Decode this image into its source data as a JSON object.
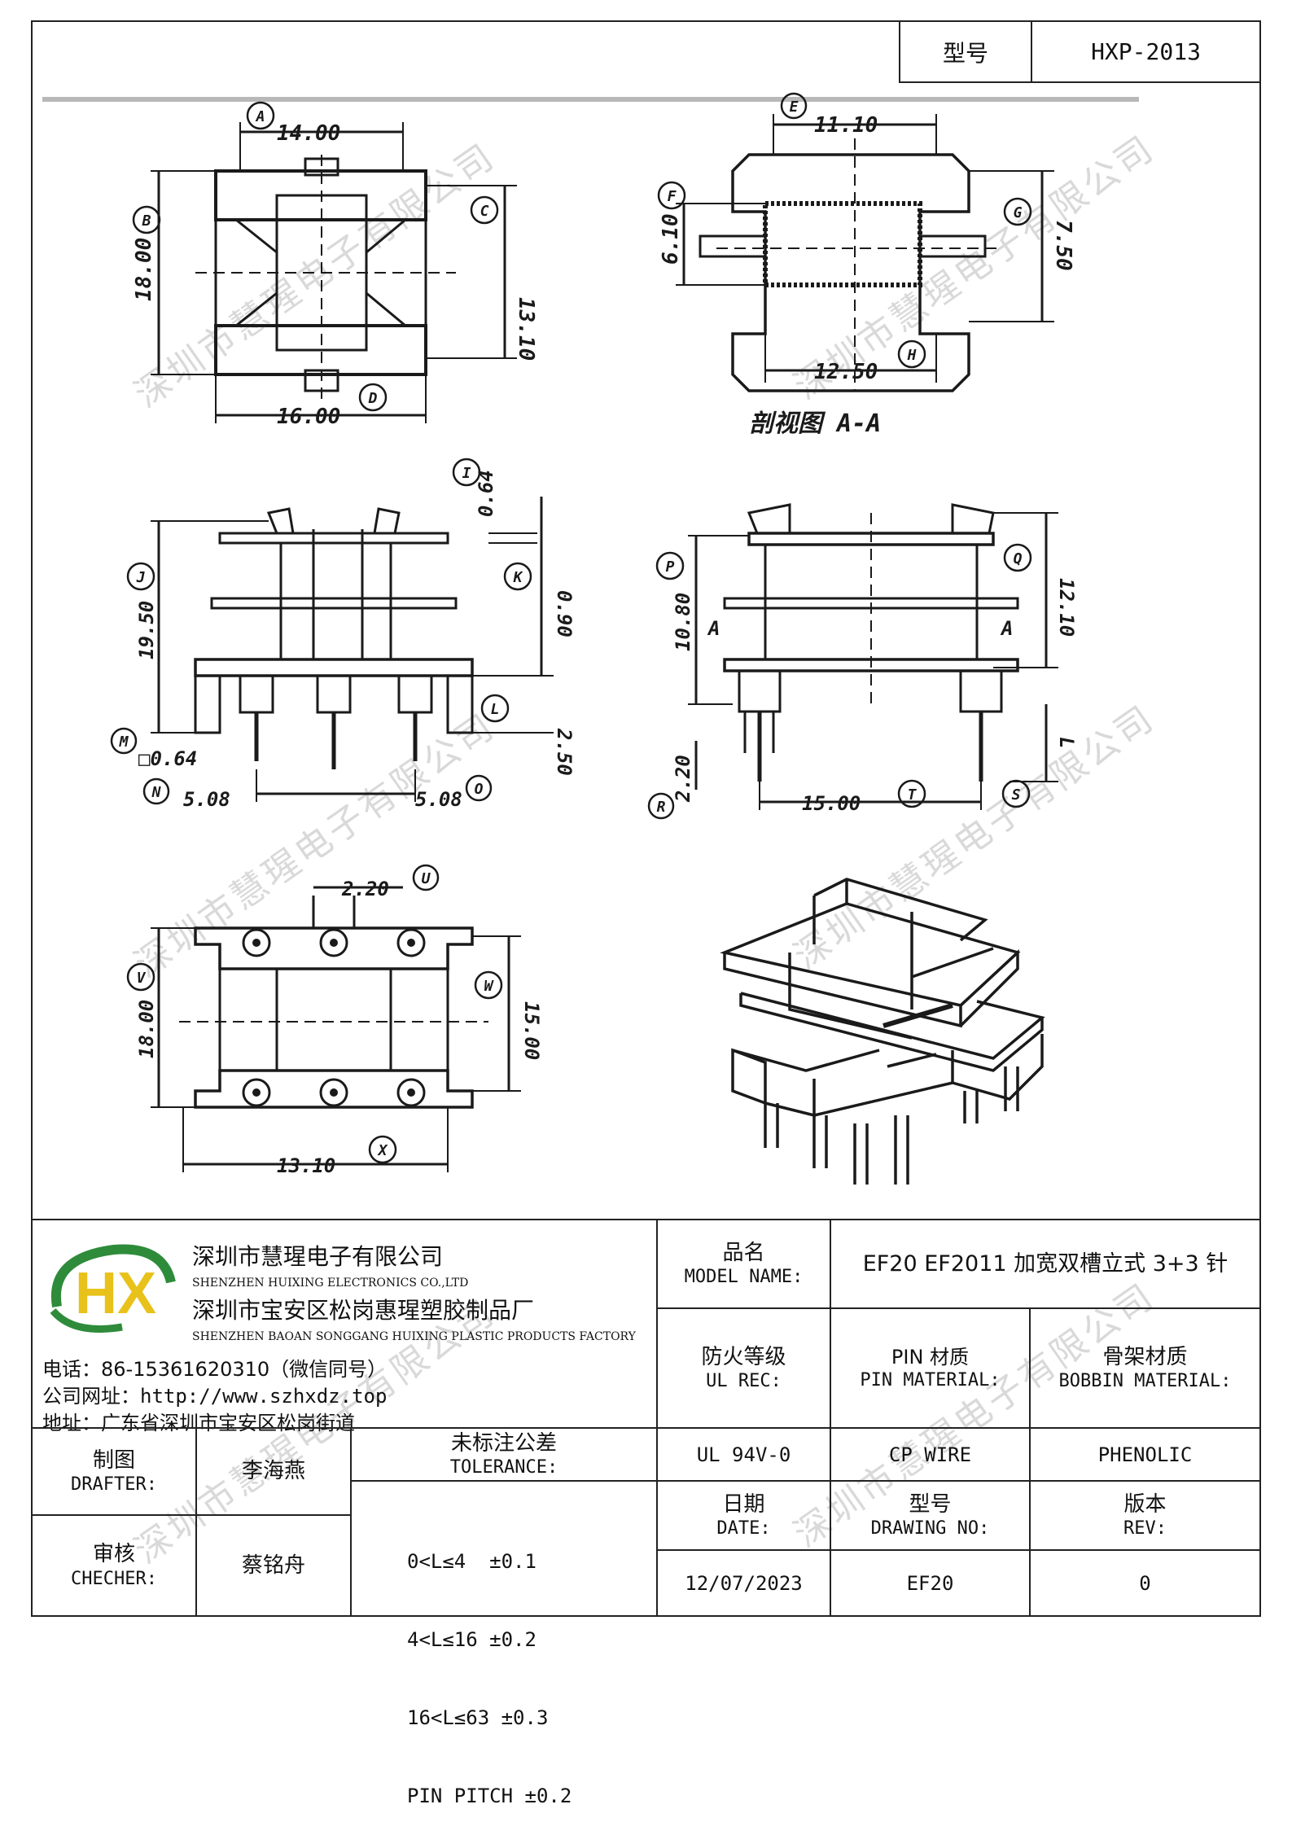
{
  "header": {
    "model_label": "型号",
    "model_value": "HXP-2013"
  },
  "drawing": {
    "top_view": {
      "dim_a": "14.00",
      "dim_b": "18.00",
      "dim_c": "13.10",
      "dim_d": "16.00",
      "tag_a": "A",
      "tag_b": "B",
      "tag_c": "C",
      "tag_d": "D"
    },
    "section_view": {
      "dim_e": "11.10",
      "dim_f": "6.10",
      "dim_g": "7.50",
      "dim_h": "12.50",
      "tag_e": "E",
      "tag_f": "F",
      "tag_g": "G",
      "tag_h": "H",
      "caption": "剖视图 A-A"
    },
    "front_view": {
      "dim_i": "0.64",
      "dim_j": "19.50",
      "dim_k": "0.90",
      "dim_l": "2.50",
      "dim_m": "□0.64",
      "dim_n": "5.08",
      "dim_o": "5.08",
      "tag_i": "I",
      "tag_j": "J",
      "tag_k": "K",
      "tag_l": "L",
      "tag_m": "M",
      "tag_n": "N",
      "tag_o": "O"
    },
    "side_view": {
      "dim_p": "10.80",
      "dim_q": "12.10",
      "dim_r": "2.20",
      "dim_s": "L",
      "dim_t": "15.00",
      "tag_p": "P",
      "tag_q": "Q",
      "tag_r": "R",
      "tag_s": "S",
      "tag_t": "T",
      "section_mark": "A"
    },
    "bottom_view": {
      "dim_u": "2.20",
      "dim_v": "18.00",
      "dim_w": "15.00",
      "dim_x": "13.10",
      "tag_u": "U",
      "tag_v": "V",
      "tag_w": "W",
      "tag_x": "X"
    }
  },
  "watermark": "深圳市慧瑆电子有限公司",
  "company": {
    "name_cn": "深圳市慧瑆电子有限公司",
    "name_en": "SHENZHEN HUIXING ELECTRONICS CO.,LTD",
    "factory_cn": "深圳市宝安区松岗惠瑆塑胶制品厂",
    "factory_en": "SHENZHEN BAOAN SONGGANG HUIXING PLASTIC PRODUCTS FACTORY",
    "phone": "电话：86-15361620310（微信同号）",
    "website": "公司网址：http://www.szhxdz.top",
    "address": "地址：广东省深圳市宝安区松岗街道",
    "logo_text": "HX"
  },
  "title_block": {
    "model_name_label_cn": "品名",
    "model_name_label_en": "MODEL NAME:",
    "model_name_value": "EF20 EF2011 加宽双槽立式 3+3 针",
    "ul_label_cn": "防火等级",
    "ul_label_en": "UL REC:",
    "pin_label_cn": "PIN 材质",
    "pin_label_en": "PIN MATERIAL:",
    "bobbin_label_cn": "骨架材质",
    "bobbin_label_en": "BOBBIN MATERIAL:",
    "ul_value": "UL 94V-0",
    "pin_value": "CP WIRE",
    "bobbin_value": "PHENOLIC",
    "drafter_label_cn": "制图",
    "drafter_label_en": "DRAFTER:",
    "drafter_value": "李海燕",
    "checker_label_cn": "审核",
    "checker_label_en": "CHECHER:",
    "checker_value": "蔡铭舟",
    "tolerance_label_cn": "未标注公差",
    "tolerance_label_en": "TOLERANCE:",
    "tolerance_lines": [
      "0<L≤4  ±0.1",
      "4<L≤16 ±0.2",
      "16<L≤63 ±0.3",
      "PIN PITCH ±0.2"
    ],
    "date_label_cn": "日期",
    "date_label_en": "DATE:",
    "drawing_no_label_cn": "型号",
    "drawing_no_label_en": "DRAWING NO:",
    "rev_label_cn": "版本",
    "rev_label_en": "REV:",
    "date_value": "12/07/2023",
    "drawing_no_value": "EF20",
    "rev_value": "0"
  }
}
